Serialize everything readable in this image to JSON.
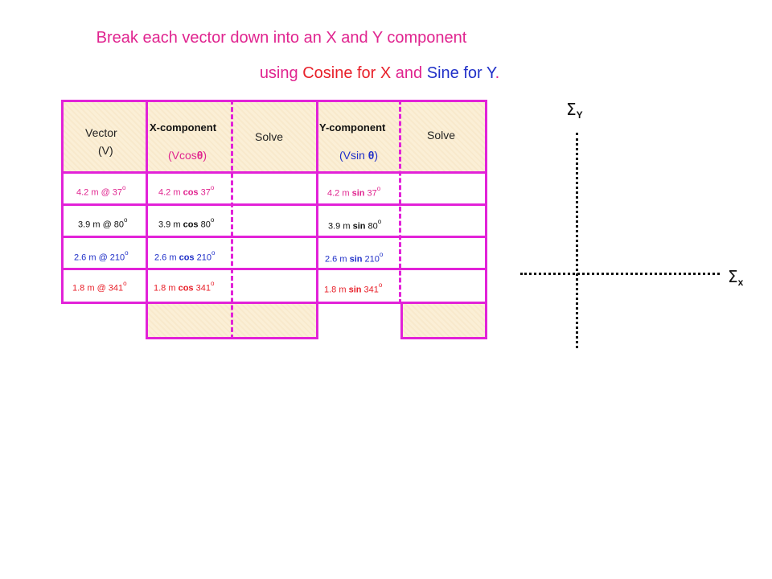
{
  "heading": {
    "line1": "Break each vector down into an X and Y component",
    "line2_a": "using ",
    "line2_cos": "Cosine for X",
    "line2_b": " and ",
    "line2_sin": "Sine for Y",
    "line2_c": "."
  },
  "table": {
    "vector_header": "Vector",
    "vector_sub": "(V)",
    "x_header": "X-component",
    "x_sub_pre": "(Vcos",
    "x_sub_theta": "θ",
    "x_sub_post": ")",
    "solve1": "Solve",
    "y_header": "Y-component",
    "y_sub_pre": "(Vsin ",
    "y_sub_theta": "θ",
    "y_sub_post": ")",
    "solve2": "Solve",
    "rows": [
      {
        "vector": "4.2 m @ 37",
        "x_mag": "4.2 m",
        "x_fn": "cos",
        "x_ang": "37",
        "y_mag": "4.2 m",
        "y_fn": "sin",
        "y_ang": "37"
      },
      {
        "vector": "3.9 m @ 80",
        "x_mag": "3.9 m",
        "x_fn": "cos",
        "x_ang": "80",
        "y_mag": "3.9 m",
        "y_fn": "sin",
        "y_ang": "80"
      },
      {
        "vector": "2.6 m @ 210",
        "x_mag": "2.6 m",
        "x_fn": "cos",
        "x_ang": "210",
        "y_mag": "2.6 m",
        "y_fn": "sin",
        "y_ang": "210"
      },
      {
        "vector": "1.8 m @ 341",
        "x_mag": "1.8 m",
        "x_fn": "cos",
        "x_ang": "341",
        "y_mag": "1.8 m",
        "y_fn": "sin",
        "y_ang": "341"
      }
    ],
    "degree": "o"
  },
  "axes": {
    "sigma": "Σ",
    "y_label": "Y",
    "x_label": "x"
  },
  "colors": {
    "border": "#e222d8",
    "pink": "#e0248f",
    "blue": "#2030c8",
    "red": "#e8202a",
    "beige": "#fbefd6"
  }
}
